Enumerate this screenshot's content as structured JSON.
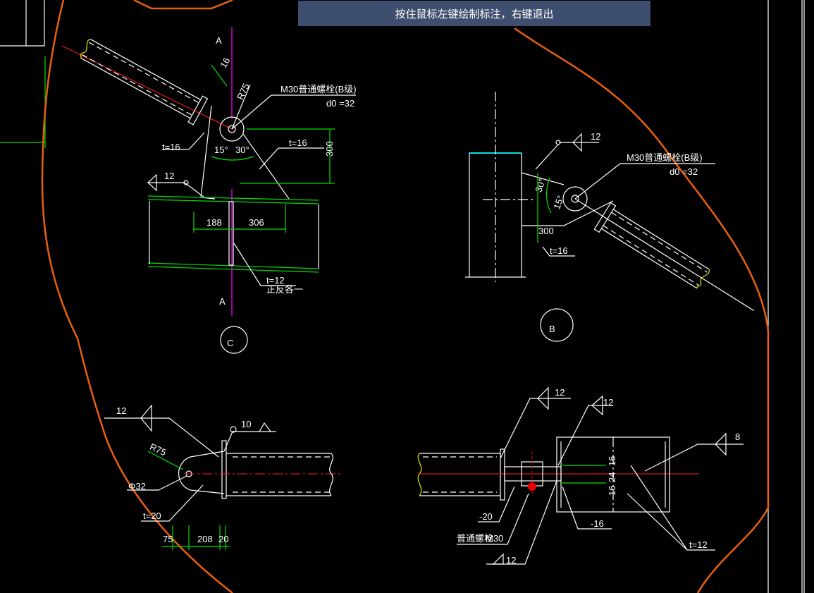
{
  "banner": {
    "text": "按住鼠标左键绘制标注，右键退出"
  },
  "detail_c": {
    "section_mark_top": "A",
    "section_mark_bottom": "A",
    "dim_16": "16",
    "radius": "R75",
    "bolt_label": "M30普通螺栓(B级)",
    "hole_label": "d0 =32",
    "angle_15": "15°",
    "angle_30": "30°",
    "plate_t16_left": "t=16",
    "plate_t16_right": "t=16",
    "dim_300": "300",
    "weld_12": "12",
    "dim_188": "188",
    "dim_306": "306",
    "plate_t12": "t=12",
    "plate_t12_note": "正反各一",
    "circle_label": "C"
  },
  "detail_b": {
    "weld_12": "12",
    "bolt_label": "M30普通螺栓(B级)",
    "hole_label": "d0 =32",
    "angle_30": "30°",
    "angle_15": "15°",
    "dim_300": "300",
    "plate_t16": "t=16",
    "circle_label": "B"
  },
  "detail_bl": {
    "weld_12": "12",
    "weld_10": "10",
    "radius": "R75",
    "hole": "Φ32",
    "plate_t20": "t=20",
    "dim_75": "75",
    "dim_208": "208",
    "dim_20": "20"
  },
  "detail_br": {
    "weld_12_a": "12",
    "weld_12_b": "12",
    "weld_8": "8",
    "dim_16_a": "16",
    "dim_24": "24",
    "dim_16_b": "16",
    "plate_minus20": "-20",
    "plate_minus16": "-16",
    "bolt_note": "普通螺栓",
    "bolt_m30": "M30",
    "weld_12_c": "12",
    "plate_t12": "t=12"
  }
}
